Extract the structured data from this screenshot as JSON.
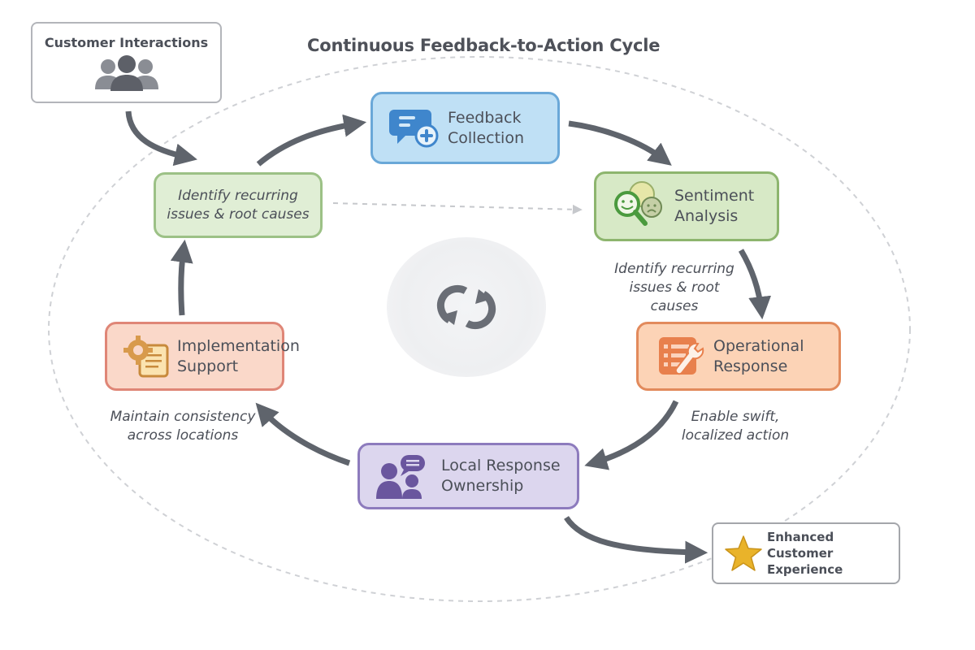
{
  "title": "Continuous Feedback-to-Action Cycle",
  "input_node": {
    "label": "Customer Interactions",
    "icon": "users-group-icon"
  },
  "output_node": {
    "label_line1": "Enhanced Customer",
    "label_line2": "Experience",
    "icon": "star-icon"
  },
  "cycle_nodes": [
    {
      "id": "feedback",
      "line1": "Feedback",
      "line2": "Collection",
      "icon": "chat-plus-icon",
      "fill": "#bfe0f5",
      "border": "#6aa8d8"
    },
    {
      "id": "sentiment",
      "line1": "Sentiment",
      "line2": "Analysis",
      "icon": "sentiment-magnifier-icon",
      "fill": "#d7e9c6",
      "border": "#8db56e"
    },
    {
      "id": "operational",
      "line1": "Operational",
      "line2": "Response",
      "icon": "checklist-wrench-icon",
      "fill": "#fcd3b6",
      "border": "#e28a5c"
    },
    {
      "id": "local",
      "line1": "Local Response",
      "line2": "Ownership",
      "icon": "people-chat-icon",
      "fill": "#dcd6ee",
      "border": "#8d7bbd"
    },
    {
      "id": "implementation",
      "line1": "Implementation",
      "line2": "Support",
      "icon": "gear-document-icon",
      "fill": "#fad8c9",
      "border": "#df8677"
    },
    {
      "id": "identify",
      "line1": "Identify recurring",
      "line2": "issues & root causes",
      "fill": "#e0eed5",
      "border": "#9cc186"
    }
  ],
  "captions": {
    "sentiment": {
      "line1": "Identify recurring",
      "line2": "issues & root causes"
    },
    "operational": {
      "line1": "Enable swift,",
      "line2": "localized action"
    },
    "implementation": {
      "line1": "Maintain consistency",
      "line2": "across locations"
    }
  },
  "center_icon": "refresh-cycle-icon",
  "colors": {
    "arrow": "#5f646c",
    "dashed": "#c6c8cc",
    "star": "#e9b32a"
  }
}
